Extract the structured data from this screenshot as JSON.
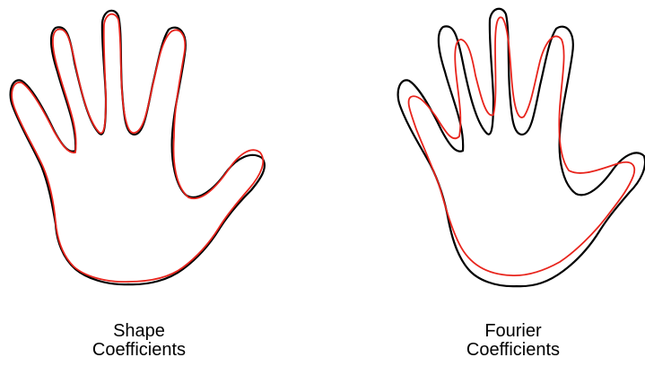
{
  "panels": [
    {
      "caption_line1": "Shape",
      "caption_line2": "Coefficients",
      "outline_color": "#000000",
      "fit_color": "#e8241c"
    },
    {
      "caption_line1": "Fourier",
      "caption_line2": "Coefficients",
      "outline_color": "#000000",
      "fit_color": "#e8241c"
    }
  ]
}
